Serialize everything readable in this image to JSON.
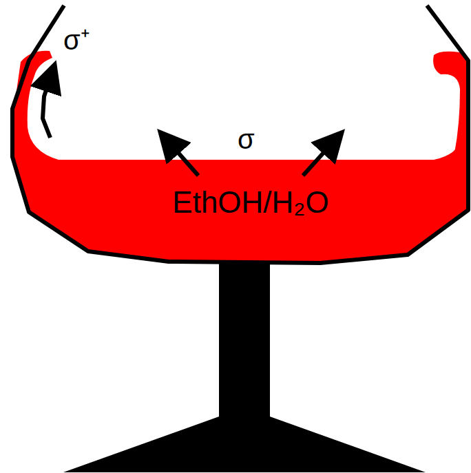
{
  "diagram": {
    "labels": [
      "σ⁺",
      "σ",
      "EthOH/H₂O"
    ]
  }
}
